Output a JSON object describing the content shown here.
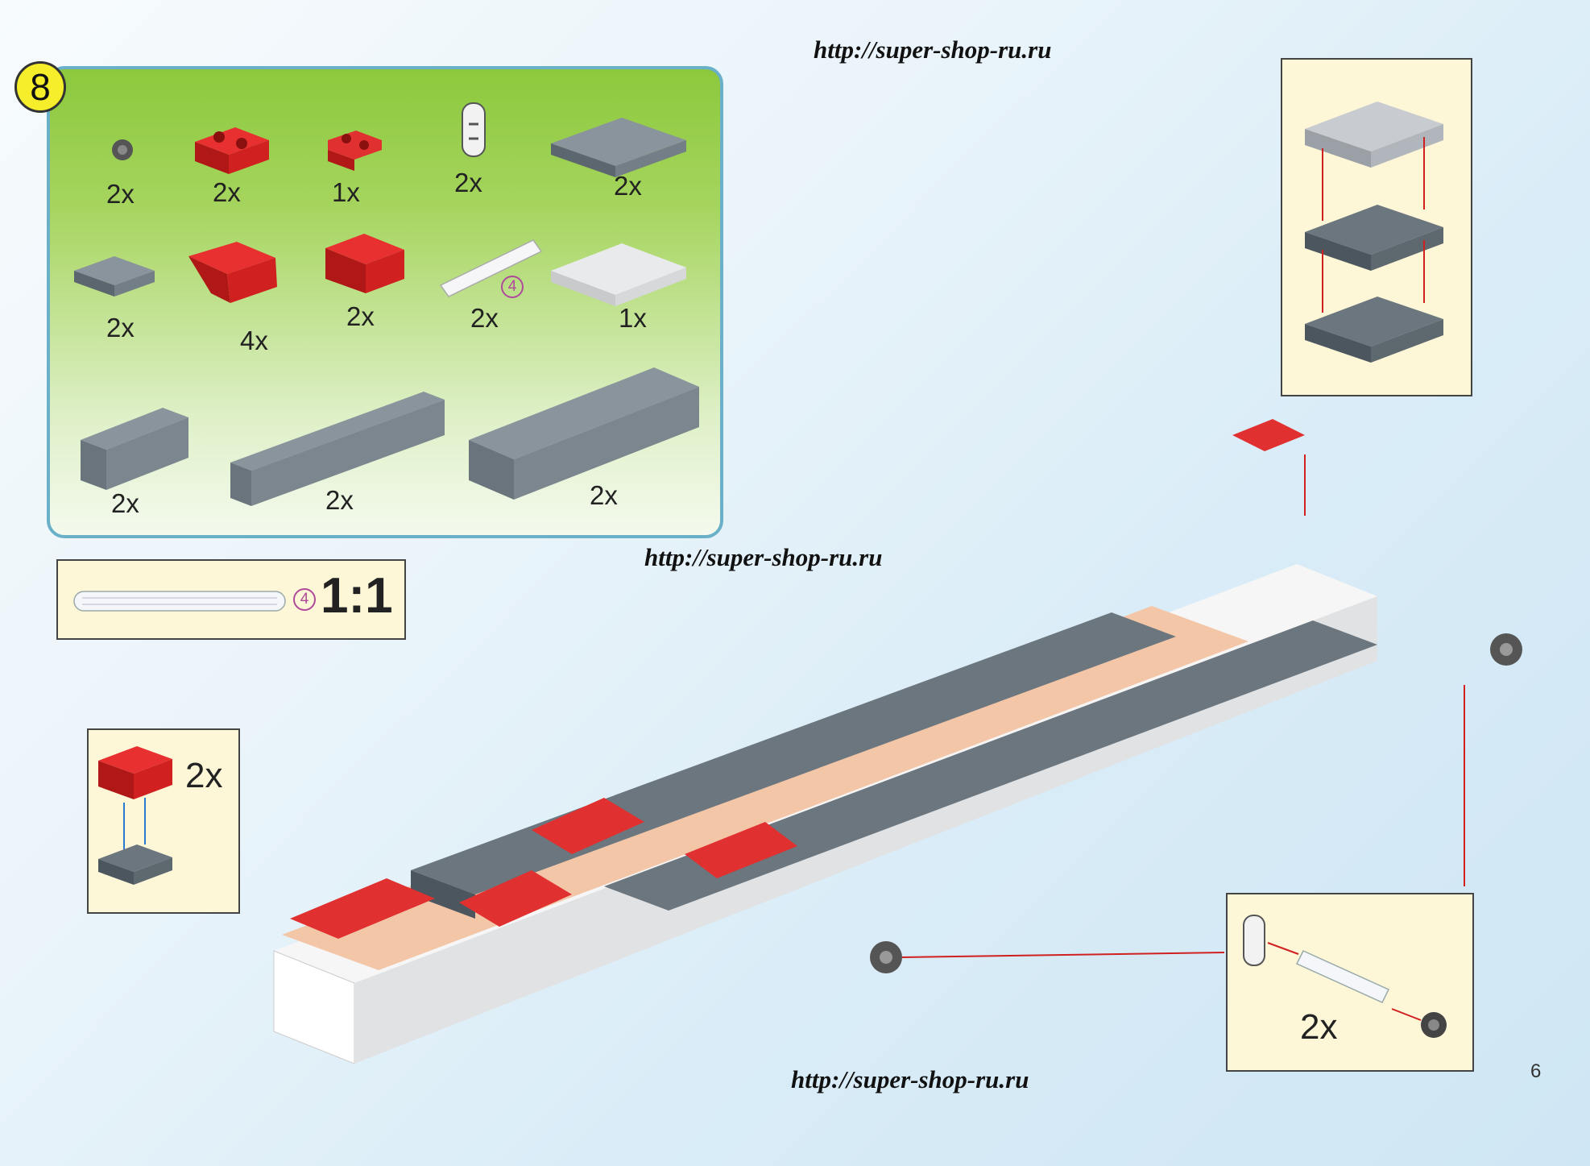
{
  "watermarks": [
    "http://super-shop-ru.ru",
    "http://super-shop-ru.ru",
    "http://super-shop-ru.ru"
  ],
  "step": {
    "number": "8"
  },
  "parts": [
    {
      "qty": "2x",
      "icon": "bush-icon"
    },
    {
      "qty": "2x",
      "icon": "red-brick-1x2-icon"
    },
    {
      "qty": "1x",
      "icon": "red-corner-plate-icon"
    },
    {
      "qty": "2x",
      "icon": "beam-connector-icon"
    },
    {
      "qty": "2x",
      "icon": "gray-plate-2x4-icon"
    },
    {
      "qty": "2x",
      "icon": "gray-plate-2x2-icon"
    },
    {
      "qty": "4x",
      "icon": "red-slope-icon"
    },
    {
      "qty": "2x",
      "icon": "red-corner-brick-icon"
    },
    {
      "qty": "2x",
      "icon": "axle-icon",
      "size": "4"
    },
    {
      "qty": "1x",
      "icon": "light-gray-plate-icon"
    },
    {
      "qty": "2x",
      "icon": "gray-brick-1x4-icon"
    },
    {
      "qty": "2x",
      "icon": "gray-brick-1x8-icon"
    },
    {
      "qty": "2x",
      "icon": "gray-brick-2x8-icon"
    }
  ],
  "scale_ref": {
    "size": "4",
    "ratio": "1:1"
  },
  "callout_left": {
    "qty": "2x"
  },
  "callout_bottom_right": {
    "qty": "2x"
  },
  "page_number": "6"
}
